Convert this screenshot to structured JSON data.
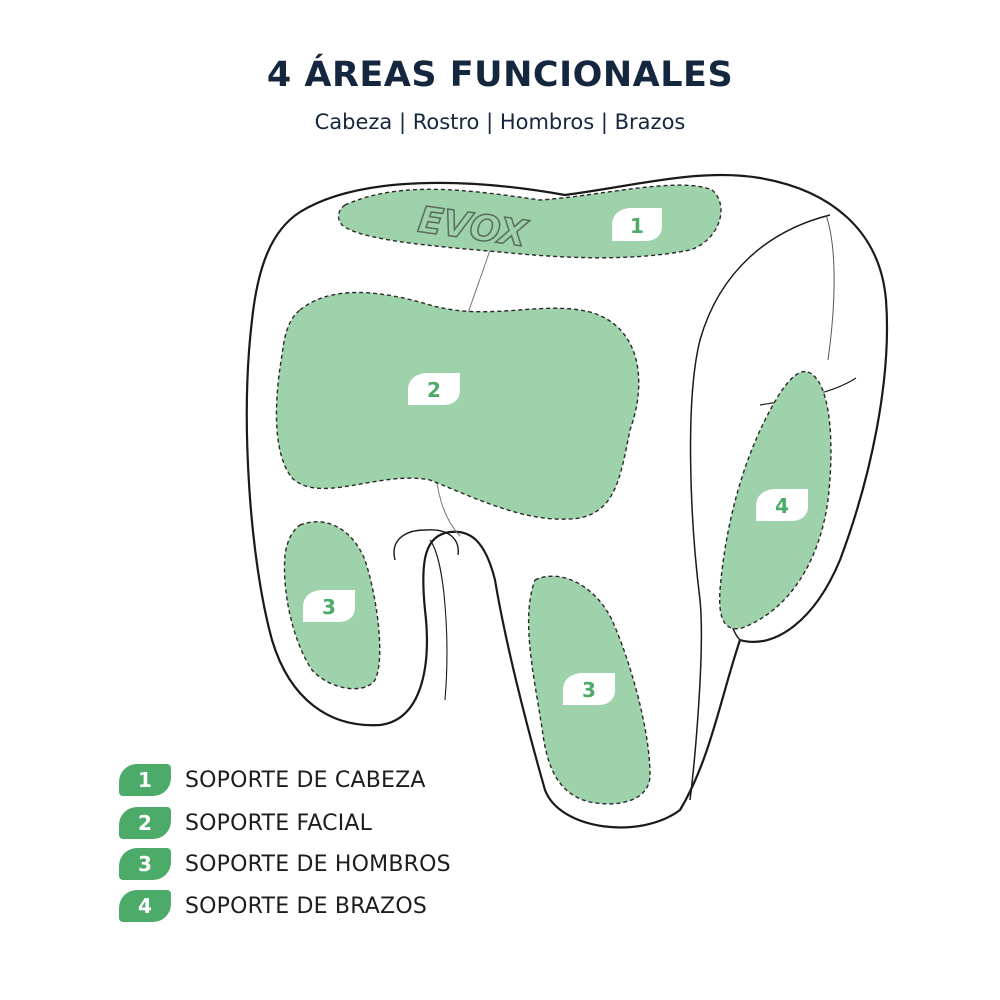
{
  "title": "4 ÁREAS FUNCIONALES",
  "subtitle": "Cabeza | Rostro | Hombros | Brazos",
  "brand_logo": "EVOX",
  "colors": {
    "zone_fill": "#9dd2ab",
    "accent": "#4dab6a",
    "title": "#15273f",
    "outline": "#1a1a1a"
  },
  "markers": {
    "zone1": "1",
    "zone2": "2",
    "zone3_left": "3",
    "zone3_right": "3",
    "zone4": "4"
  },
  "legend": [
    {
      "num": "1",
      "label": "SOPORTE DE CABEZA"
    },
    {
      "num": "2",
      "label": "SOPORTE FACIAL"
    },
    {
      "num": "3",
      "label": "SOPORTE DE HOMBROS"
    },
    {
      "num": "4",
      "label": "SOPORTE DE BRAZOS"
    }
  ]
}
